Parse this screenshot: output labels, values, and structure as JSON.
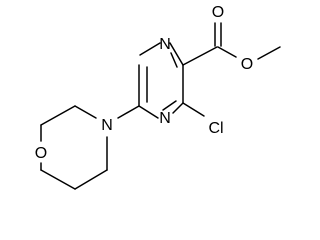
{
  "molecule": {
    "atoms": [
      {
        "id": "n-ring-top",
        "label": "N"
      },
      {
        "id": "n-ring-bottom",
        "label": "N"
      },
      {
        "id": "n-morpholine",
        "label": "N"
      },
      {
        "id": "o-morpholine",
        "label": "O"
      },
      {
        "id": "cl",
        "label": "Cl"
      },
      {
        "id": "o-carbonyl",
        "label": "O"
      },
      {
        "id": "o-ester",
        "label": "O"
      }
    ]
  }
}
